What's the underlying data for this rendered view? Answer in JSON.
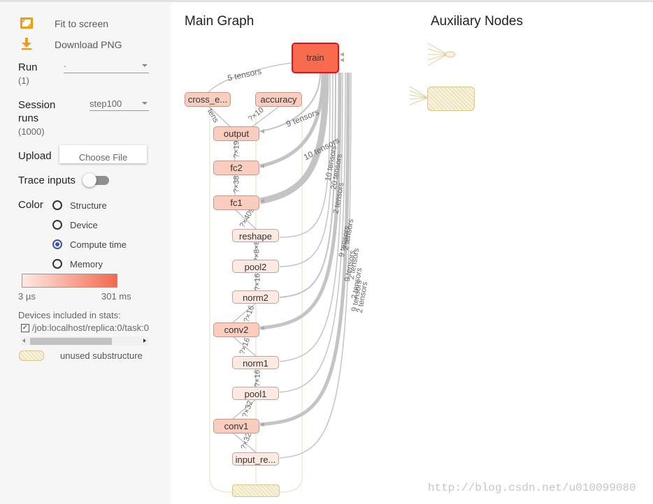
{
  "sidebar": {
    "fit_label": "Fit to screen",
    "download_label": "Download PNG",
    "run_label": "Run",
    "run_count": "(1)",
    "run_value": ".",
    "session_label_1": "Session",
    "session_label_2": "runs",
    "session_count": "(1000)",
    "session_value": "step100",
    "upload_label": "Upload",
    "choose_file": "Choose File",
    "trace_label": "Trace inputs",
    "color_label": "Color",
    "color_options": [
      "Structure",
      "Device",
      "Compute time",
      "Memory"
    ],
    "color_selected": "Compute time",
    "scale_min": "3 µs",
    "scale_max": "301 ms",
    "devices_label": "Devices included in stats:",
    "device_path": "/job:localhost/replica:0/task:0",
    "unused_label": "unused substructure",
    "accent_color": "#3f51b5",
    "icon_color": "#f39c12"
  },
  "graph": {
    "main_title": "Main Graph",
    "aux_title": "Auxiliary Nodes",
    "nodes": {
      "train": "train",
      "cross_entropy": "cross_e...",
      "accuracy": "accuracy",
      "output": "output",
      "fc2": "fc2",
      "fc1": "fc1",
      "reshape": "reshape",
      "pool2": "pool2",
      "norm2": "norm2",
      "conv2": "conv2",
      "norm1": "norm1",
      "pool1": "pool1",
      "conv1": "conv1",
      "input": "input_re..."
    },
    "edge_labels": {
      "five_tensors": "5 tensors",
      "nine_tensors": "9 tensors",
      "ten_tensors": "10 tensors",
      "two_by_ten": "?×10",
      "tens": "tens",
      "output_fc2": "?×19",
      "fc2_fc1": "?×38",
      "fc1_reshape": "?×409",
      "reshape_pool2": "?×8×8",
      "pool2_norm2": "?×16",
      "norm2_conv2": "?×16",
      "conv2_norm1": "?×16",
      "norm1_pool1": "?×16",
      "pool1_conv1": "?×32",
      "conv1_input": "?×32"
    },
    "side_labels": [
      "10 tensors",
      "20 tensors",
      "2 tensors",
      "9 tensors",
      "2 tensors",
      "9 tensors",
      "2 tensors",
      "2 tensors",
      "9 tensors",
      "2 tensors"
    ]
  },
  "watermark": "http://blog.csdn.net/u010099080"
}
